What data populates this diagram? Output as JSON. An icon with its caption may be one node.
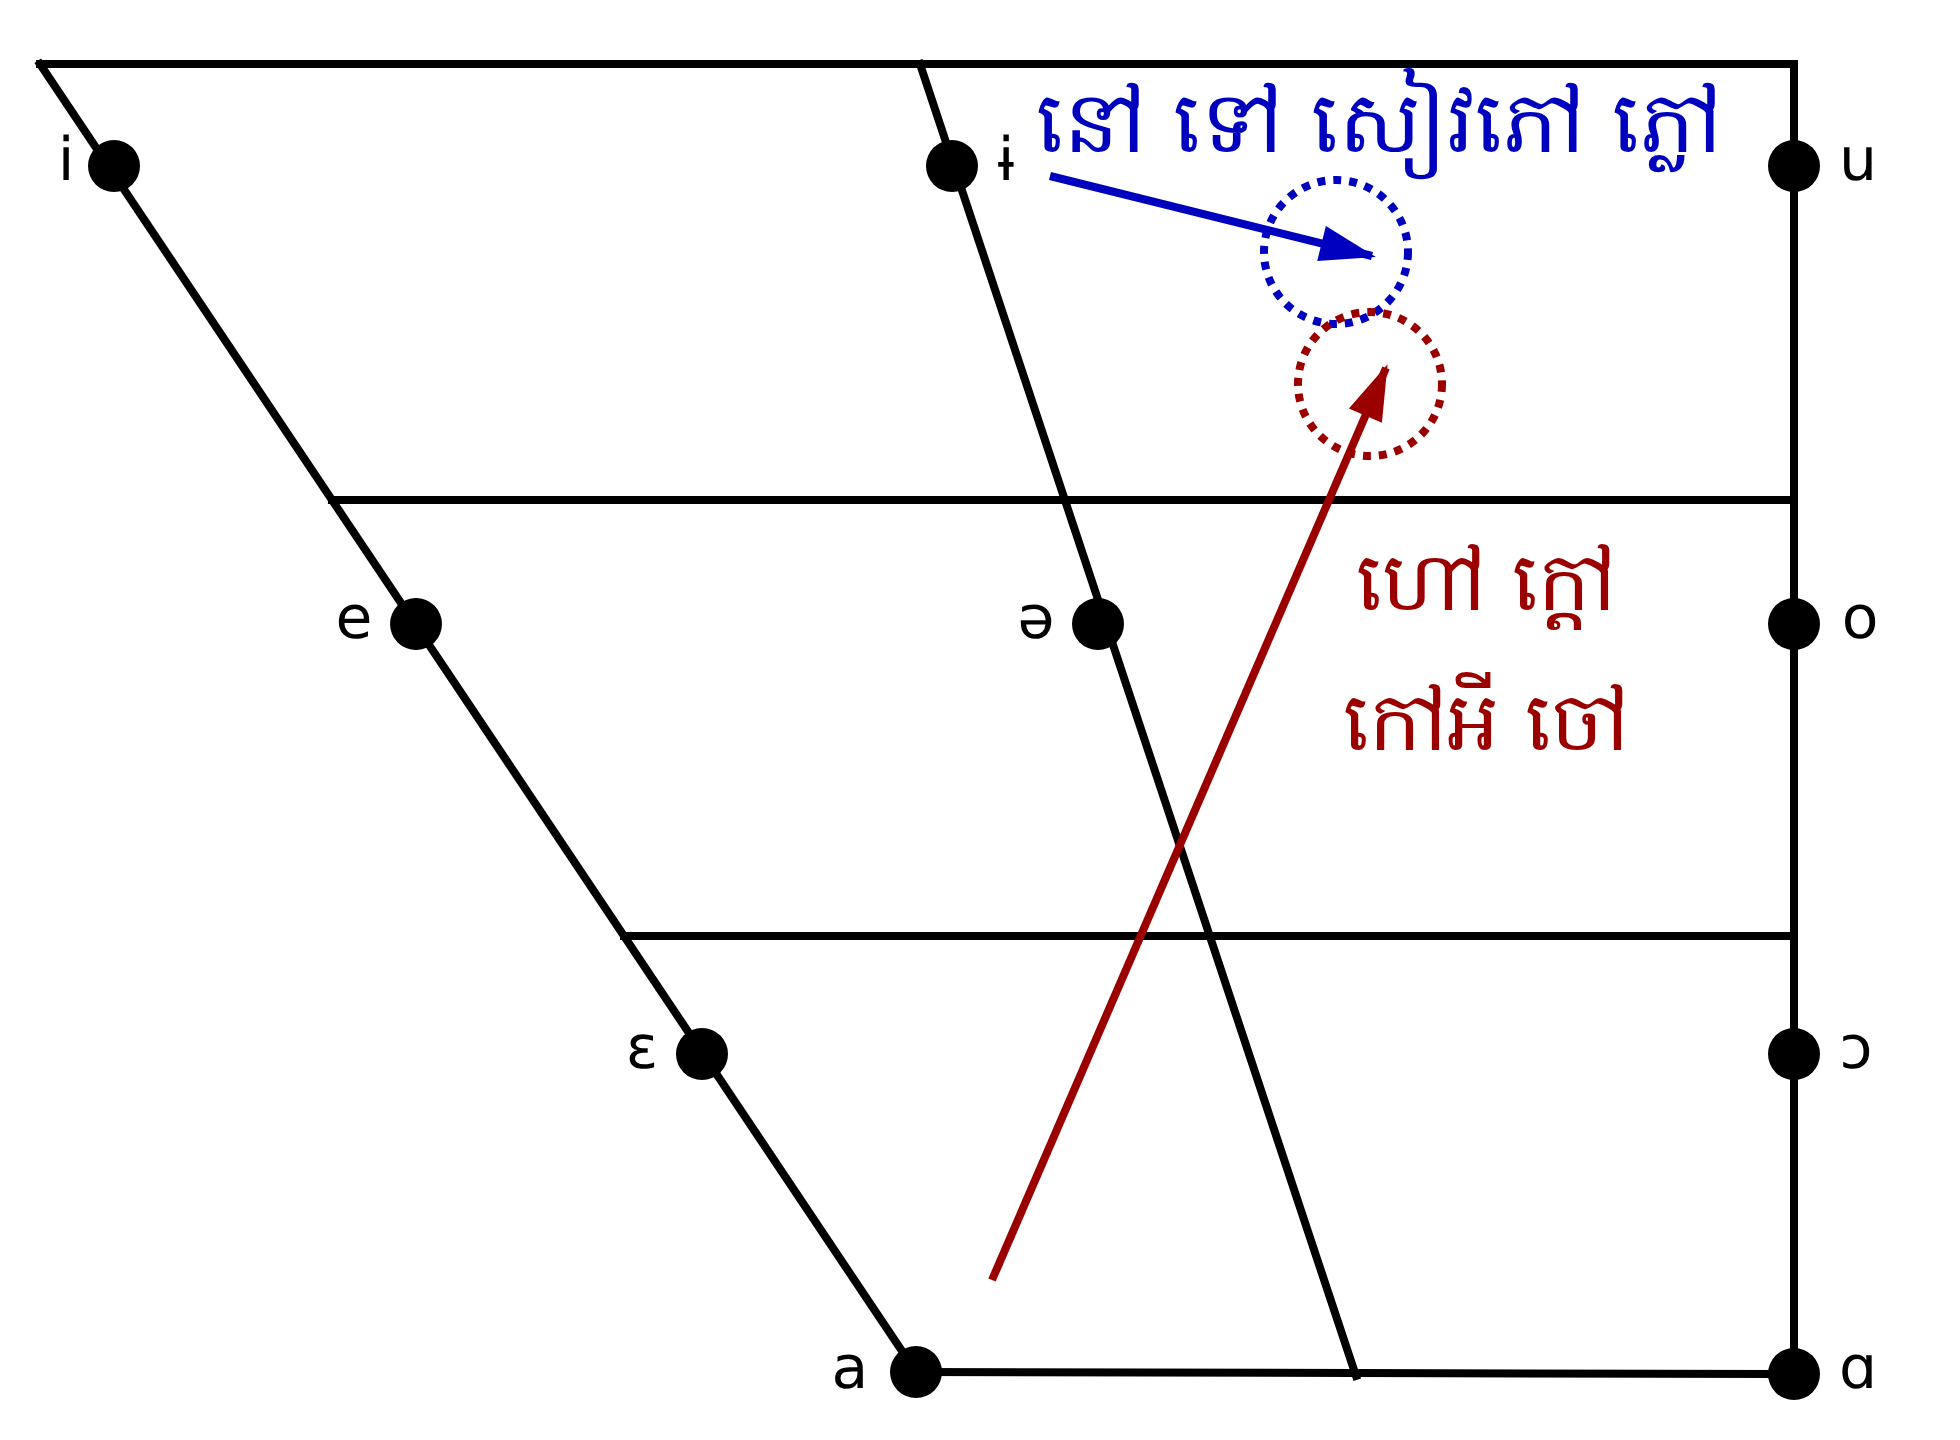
{
  "diagram": {
    "nodes": [
      {
        "text": [
          "នៅ ទៅ សៀវភៅ ភ្លៅ"
        ]
      },
      {
        "text": [],
        "shape": "circle"
      },
      {
        "text": [],
        "shape": "circle"
      }
    ],
    "edges": [
      {
        "from": 0,
        "to": 1,
        "arrow": "to",
        "color": "#0000bf"
      },
      {
        "from": null,
        "to": 2,
        "arrow": "to",
        "color": "#9b0000",
        "label": "ហៅ ក្ដៅ កៅអី ចៅ"
      }
    ],
    "labels": [
      "i",
      "ɨ",
      "u",
      "e",
      "ə",
      "o",
      "ɛ",
      "ɔ",
      "a",
      "ɑ"
    ]
  }
}
